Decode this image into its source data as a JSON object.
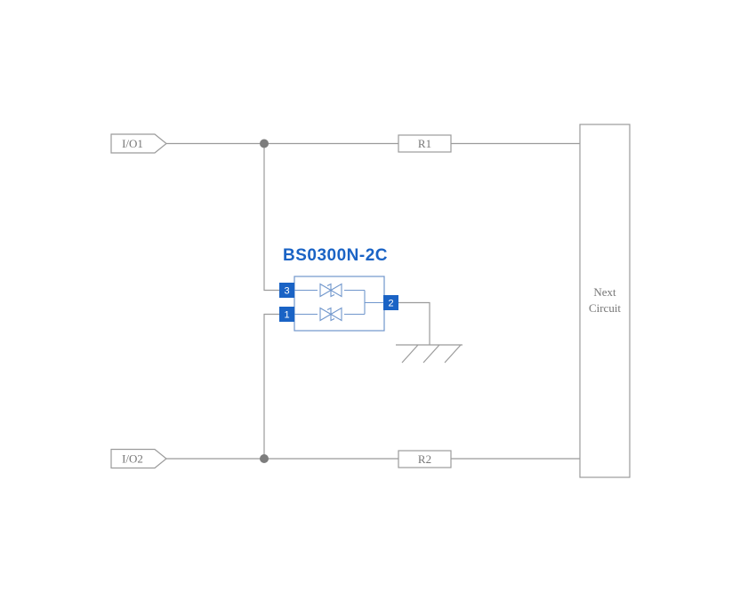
{
  "diagram": {
    "inputs": [
      {
        "label": "I/O1"
      },
      {
        "label": "I/O2"
      }
    ],
    "resistors": [
      {
        "label": "R1"
      },
      {
        "label": "R2"
      }
    ],
    "component": {
      "title": "BS0300N-2C",
      "pin_left_top": "3",
      "pin_left_bottom": "1",
      "pin_right": "2"
    },
    "next_circuit": {
      "line1": "Next",
      "line2": "Circuit"
    },
    "colors": {
      "wire": "#9b9b9b",
      "label_text": "#777777",
      "component_blue": "#1a63c5",
      "component_light_blue": "#7096cc",
      "junction_dot": "#7d7d7d",
      "background": "#ffffff"
    }
  }
}
